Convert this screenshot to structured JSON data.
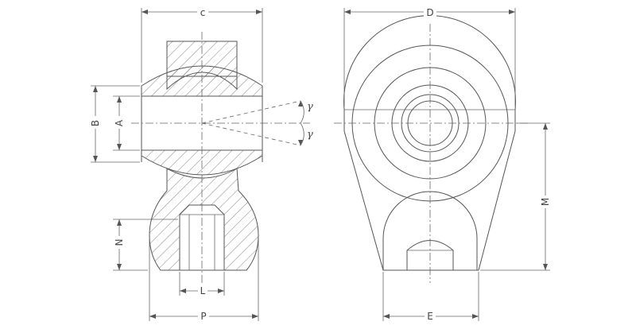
{
  "dimensions": {
    "c": "c",
    "D": "D",
    "B": "B",
    "A": "A",
    "N": "N",
    "L": "L",
    "P": "P",
    "E": "E",
    "M": "M",
    "gamma_upper": "γ",
    "gamma_lower": "γ"
  },
  "colors": {
    "line": "#555555",
    "background": "#ffffff"
  }
}
